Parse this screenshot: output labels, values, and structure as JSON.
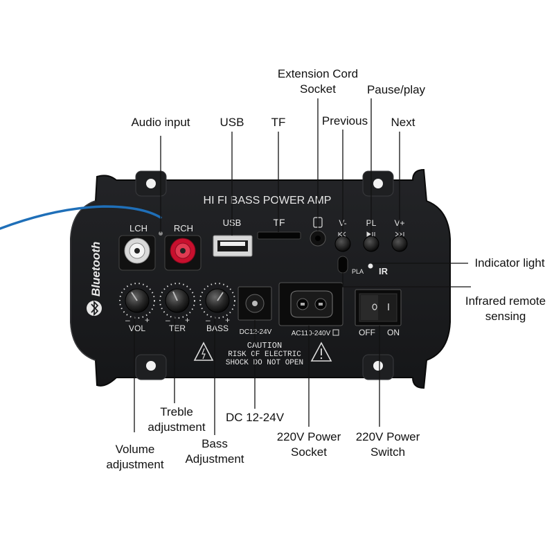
{
  "callouts": {
    "audio_input": "Audio input",
    "usb": "USB",
    "tf": "TF",
    "extension_cord_socket": [
      "Extension Cord",
      "Socket"
    ],
    "previous": "Previous",
    "pause_play": "Pause/play",
    "next": "Next",
    "indicator_light": "Indicator light",
    "infrared_remote_sensing": [
      "Infrared remote",
      "sensing"
    ],
    "treble_adjustment": [
      "Treble",
      "adjustment"
    ],
    "volume_adjustment": [
      "Volume",
      "adjustment"
    ],
    "bass_adjustment": [
      "Bass",
      "Adjustment"
    ],
    "dc_12_24v": "DC 12-24V",
    "power_socket": [
      "220V Power",
      "Socket"
    ],
    "power_switch": [
      "220V Power",
      "Switch"
    ]
  },
  "panel": {
    "title": "HI FI BASS POWER AMP",
    "brand": "Bluetooth",
    "lch": "LCH",
    "rch": "RCH",
    "usb": "USB",
    "tf": "TF",
    "btn_prev": "V-",
    "btn_play": "PL",
    "btn_next": "V+",
    "pla": "PLA",
    "ir": "IR",
    "vol": "VOL",
    "ter": "TER",
    "bass": "BASS",
    "dc_label": "DC12-24V",
    "ac_label": "AC110-240V",
    "switch_off": "OFF",
    "switch_on": "ON",
    "caution": [
      "CAUTION",
      "RISK OF ELECTRIC",
      "SHOCK DO NOT OPEN"
    ]
  },
  "colors": {
    "panel": "#1c1d1f",
    "rca_red": "#c8102e",
    "cable": "#1f6fb8"
  }
}
